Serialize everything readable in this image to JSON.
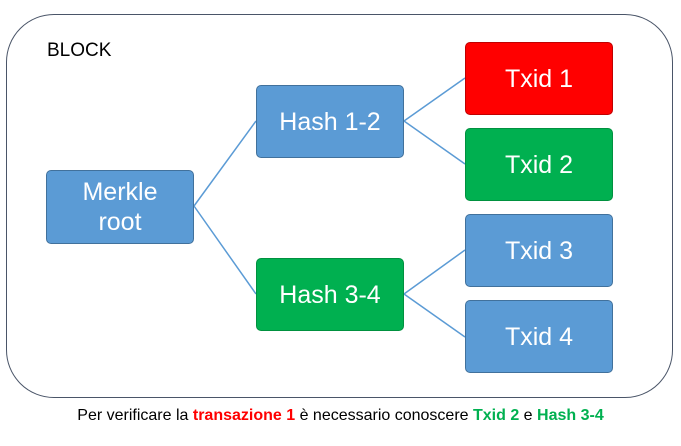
{
  "block_label": "BLOCK",
  "nodes": {
    "merkle_root": {
      "label": "Merkle\nroot",
      "color": "#5b9bd5"
    },
    "hash_1_2": {
      "label": "Hash 1-2",
      "color": "#5b9bd5"
    },
    "hash_3_4": {
      "label": "Hash 3-4",
      "color": "#00b050"
    },
    "txid_1": {
      "label": "Txid 1",
      "color": "#ff0000"
    },
    "txid_2": {
      "label": "Txid 2",
      "color": "#00b050"
    },
    "txid_3": {
      "label": "Txid 3",
      "color": "#5b9bd5"
    },
    "txid_4": {
      "label": "Txid 4",
      "color": "#5b9bd5"
    }
  },
  "edges": [
    [
      "merkle_root",
      "hash_1_2"
    ],
    [
      "merkle_root",
      "hash_3_4"
    ],
    [
      "hash_1_2",
      "txid_1"
    ],
    [
      "hash_1_2",
      "txid_2"
    ],
    [
      "hash_3_4",
      "txid_3"
    ],
    [
      "hash_3_4",
      "txid_4"
    ]
  ],
  "caption": {
    "part1": "Per verificare la ",
    "highlight1": "transazione 1",
    "highlight1_color": "#ff0000",
    "part2": " è necessario conoscere ",
    "highlight2": "Txid 2",
    "highlight2_color": "#00b050",
    "part3": " e ",
    "highlight3": "Hash 3-4",
    "highlight3_color": "#00b050"
  },
  "colors": {
    "frame": "#4a5568",
    "connector": "#5b9bd5"
  }
}
